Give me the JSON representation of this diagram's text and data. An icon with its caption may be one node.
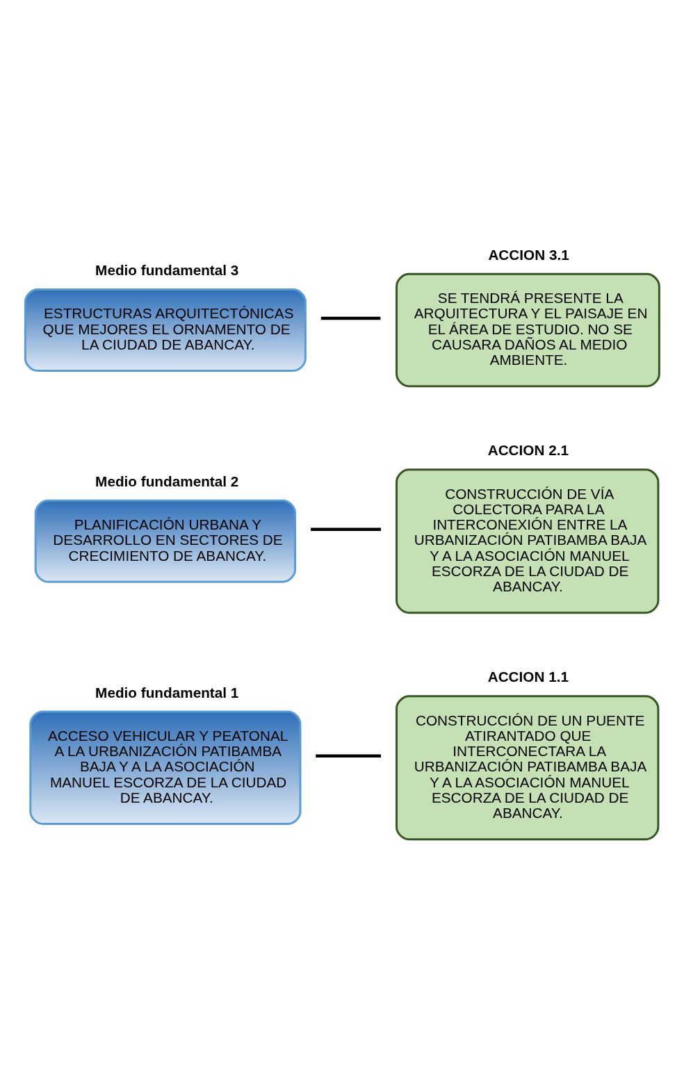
{
  "diagram": {
    "nodes": [
      {
        "text": [
          "Medio fundamental 1",
          "ACCESO VEHICULAR Y PEATONAL A LA URBANIZACIÓN PATIBAMBA BAJA Y A LA ASOCIACIÓN MANUEL ESCORZA DE LA CIUDAD DE ABANCAY."
        ]
      },
      {
        "text": [
          "ACCION 1.1",
          "CONSTRUCCIÓN DE UN PUENTE ATIRANTADO QUE INTERCONECTARA LA URBANIZACIÓN PATIBAMBA BAJA Y A LA ASOCIACIÓN MANUEL ESCORZA DE LA CIUDAD DE ABANCAY."
        ]
      },
      {
        "text": [
          "Medio fundamental 2",
          "PLANIFICACIÓN URBANA Y DESARROLLO EN SECTORES DE CRECIMIENTO DE ABANCAY."
        ]
      },
      {
        "text": [
          "ACCION 2.1",
          "CONSTRUCCIÓN DE VÍA COLECTORA PARA LA INTERCONEXIÓN ENTRE LA URBANIZACIÓN PATIBAMBA BAJA Y A LA ASOCIACIÓN MANUEL ESCORZA DE LA CIUDAD DE ABANCAY."
        ]
      },
      {
        "text": [
          "Medio fundamental 3",
          "ESTRUCTURAS ARQUITECTÓNICAS QUE MEJORES EL ORNAMENTO DE LA CIUDAD DE ABANCAY."
        ]
      },
      {
        "text": [
          "ACCION 3.1",
          "SE TENDRÁ PRESENTE LA ARQUITECTURA Y EL PAISAJE EN EL ÁREA DE ESTUDIO. NO SE CAUSARA DAÑOS AL MEDIO AMBIENTE."
        ]
      }
    ],
    "edges": [
      {
        "from": 0,
        "to": 1,
        "arrow": "none"
      },
      {
        "from": 2,
        "to": 3,
        "arrow": "none"
      },
      {
        "from": 4,
        "to": 5,
        "arrow": "none"
      }
    ]
  }
}
